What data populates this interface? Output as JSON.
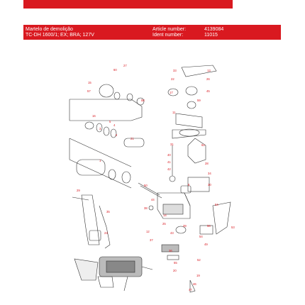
{
  "header": {
    "title_line1": "Martelo de demolição",
    "title_line2": "TC-DH 1600/1; EX; BRA; 127V",
    "article_label": "Article number:",
    "ident_label": "Ident number:",
    "article_number": "4139084",
    "ident_number": "11015"
  },
  "brand_color": "#d91920",
  "callouts": [
    "27",
    "60",
    "15",
    "57",
    "33",
    "13",
    "22",
    "26",
    "17",
    "45",
    "58",
    "59",
    "16",
    "11",
    "5",
    "4",
    "3",
    "21",
    "2",
    "31",
    "62",
    "40",
    "41",
    "42",
    "1",
    "28",
    "34",
    "30",
    "8",
    "50",
    "29",
    "44",
    "38",
    "35",
    "64",
    "14",
    "25",
    "39",
    "56",
    "12",
    "43",
    "23",
    "54",
    "37",
    "53",
    "36",
    "49",
    "52",
    "55",
    "20",
    "19",
    "46",
    "47"
  ]
}
